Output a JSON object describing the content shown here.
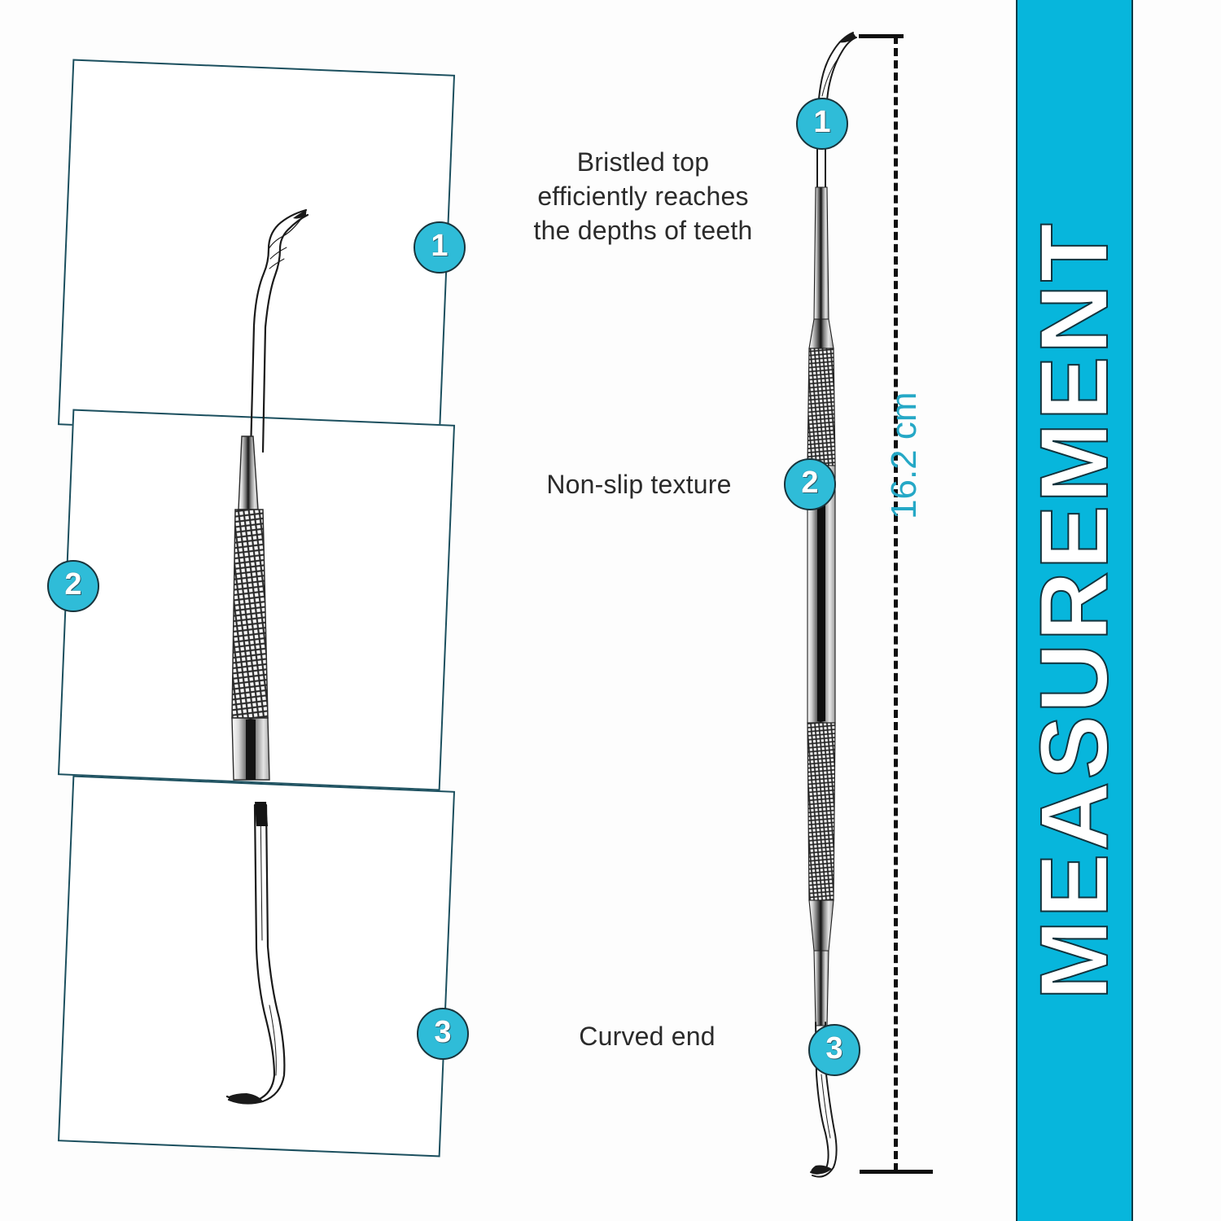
{
  "product": {
    "title_band": "MEASUREMENT",
    "band_color": "#07b6dc",
    "badge_color": "#2fbcd8",
    "caption_color": "#2b2b2b",
    "dimension_color": "#25a8c6"
  },
  "dimension": {
    "value": "16.2 cm",
    "orientation": "vertical",
    "tick_top": "top-of-tool",
    "tick_bottom": "bottom-of-tool"
  },
  "features": [
    {
      "number": "1",
      "caption": "Bristled top\nefficiently reaches\nthe depths of teeth",
      "caption_line_1": "Bristled top",
      "caption_line_2": "efficiently reaches",
      "caption_line_3": "the depths of teeth",
      "panel_art": "scaler-pointed-tip"
    },
    {
      "number": "2",
      "caption": "Non-slip texture",
      "caption_line_1": "Non-slip texture",
      "panel_art": "knurled-grip-handle"
    },
    {
      "number": "3",
      "caption": "Curved end",
      "caption_line_1": "Curved end",
      "panel_art": "curved-hook-end"
    }
  ],
  "badges": {
    "panel_1": "1",
    "panel_2": "2",
    "panel_3": "3",
    "main_1": "1",
    "main_2": "2",
    "main_3": "3"
  },
  "icons": {
    "dashed_measure_line": "dashed-vertical-line-icon",
    "tick_mark": "tick-mark-icon"
  }
}
